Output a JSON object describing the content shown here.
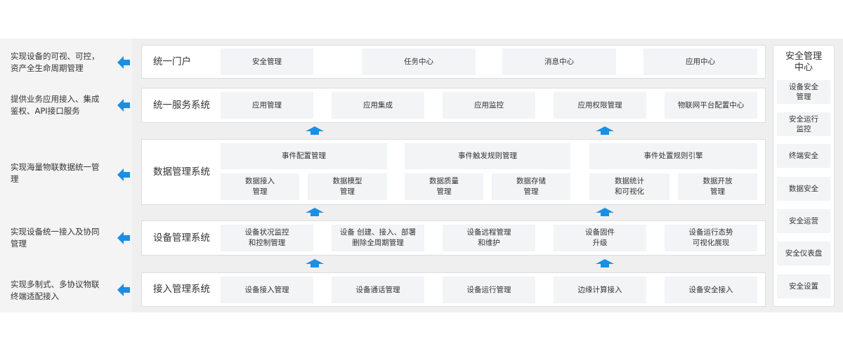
{
  "left_notes": [
    "实现设备的可视、可控，\n资产全生命周期管理",
    "提供业务应用接入、集成\n鉴权、API接口服务",
    "实现海量物联数据统一管\n理",
    "实现设备统一接入及协同\n管理",
    "实现多制式、多协议物联\n终端适配接入"
  ],
  "layers": [
    {
      "title": "统一门户",
      "items": [
        "安全管理",
        "任务中心",
        "消息中心",
        "应用中心"
      ]
    },
    {
      "title": "统一服务系统",
      "items": [
        "应用管理",
        "应用集成",
        "应用监控",
        "应用权限管理",
        "物联网平台配置中心"
      ]
    },
    {
      "title": "数据管理系统",
      "top_items": [
        "事件配置管理",
        "事件触发规则管理",
        "事件处置规则引擎"
      ],
      "items": [
        "数据接入\n管理",
        "数据模型\n管理",
        "数据质量\n管理",
        "数据存储\n管理",
        "数据统计\n和可视化",
        "数据开放\n管理"
      ]
    },
    {
      "title": "设备管理系统",
      "items": [
        "设备状况监控\n和控制管理",
        "设备    创建、接入、部署\n删除全周期管理",
        "设备远程管理\n和维护",
        "设备固件\n升级",
        "设备运行态势\n可视化展现"
      ]
    },
    {
      "title": "接入管理系统",
      "items": [
        "设备接入管理",
        "设备通话管理",
        "设备运行管理",
        "边缘计算接入",
        "设备安全接入"
      ]
    }
  ],
  "security": {
    "title": "安全管理\n中心",
    "items": [
      "设备安全\n管理",
      "安全运行\n监控",
      "终端安全",
      "数据安全",
      "安全运营",
      "安全仪表盘",
      "安全设置"
    ]
  },
  "colors": {
    "arrow": "#1a8fe3",
    "box_bg": "#f2f4f6",
    "border": "#dedede"
  }
}
